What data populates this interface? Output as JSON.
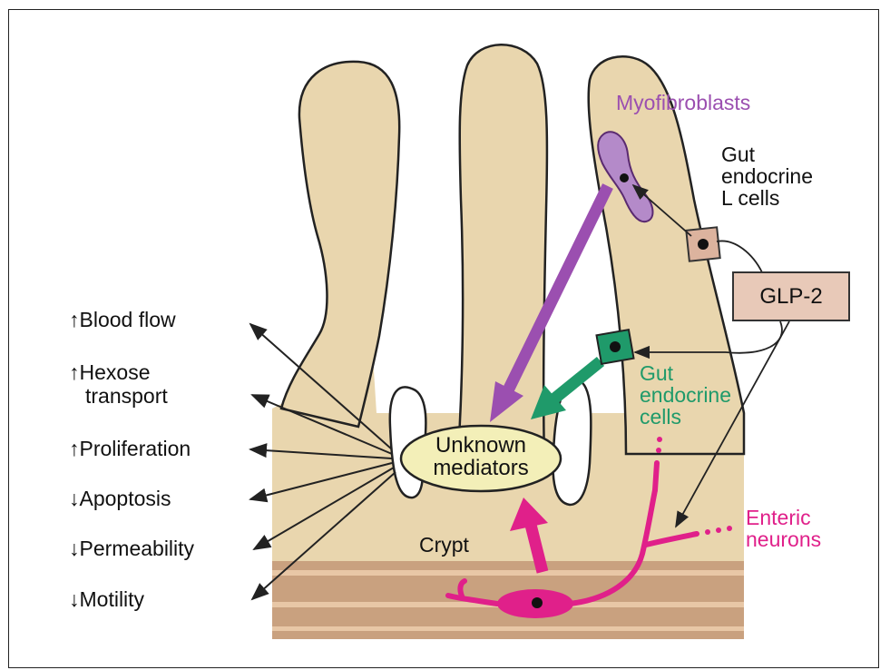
{
  "labels": {
    "myofibroblasts": "Myofibroblasts",
    "gut_endocrine_l_cells": [
      "Gut",
      "endocrine",
      "L cells"
    ],
    "glp2": "GLP-2",
    "gut_endocrine_cells": [
      "Gut",
      "endocrine",
      "cells"
    ],
    "unknown_mediators": [
      "Unknown",
      "mediators"
    ],
    "crypt": "Crypt",
    "enteric_neurons": [
      "Enteric",
      "neurons"
    ]
  },
  "effects": [
    {
      "arrow": "↑",
      "text": "Blood flow"
    },
    {
      "arrow": "↑",
      "text": "Hexose"
    },
    {
      "arrow": "",
      "text": "transport"
    },
    {
      "arrow": "↑",
      "text": "Proliferation"
    },
    {
      "arrow": "↓",
      "text": "Apoptosis"
    },
    {
      "arrow": "↓",
      "text": "Permeability"
    },
    {
      "arrow": "↓",
      "text": "Motility"
    }
  ],
  "colors": {
    "tissue": "#e9d6ae",
    "muscle_band": "#c9a17f",
    "muscle_stripe": "#e8c7a6",
    "myofibroblast": "#9b4fb0",
    "gut_endocrine": "#1f9a6a",
    "enteric": "#e0208a",
    "mediator_fill": "#f3efb8",
    "glp_box": "#e8c9b8",
    "l_cell": "#dcb39e"
  }
}
